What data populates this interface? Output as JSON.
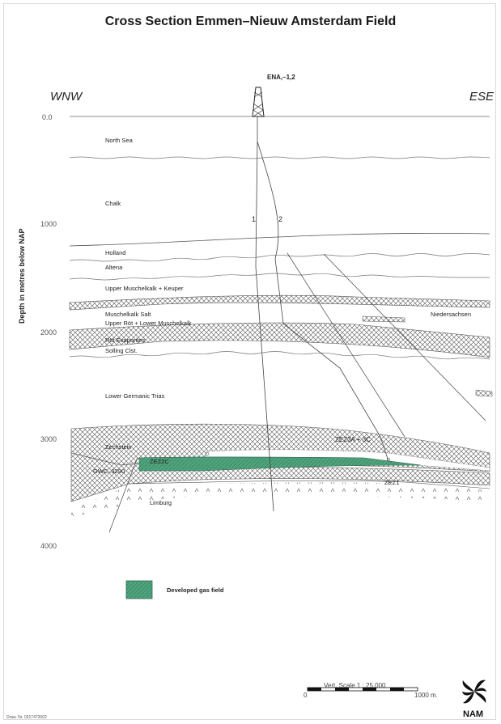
{
  "title": "Cross Section Emmen–Nieuw Amsterdam Field",
  "directions": {
    "west": "WNW",
    "east": "ESE"
  },
  "well": {
    "name": "ENA,–1,2",
    "track1": "1",
    "track2": "2"
  },
  "yaxis": {
    "label": "Depth in metres below NAP",
    "ticks": [
      "0.0",
      "1000",
      "2000",
      "3000",
      "4000"
    ]
  },
  "layers": {
    "north_sea": "North Sea",
    "chalk": "Chalk",
    "holland": "Holland",
    "altena": "Altena",
    "upper_muschelkalk": "Upper Muschelkalk + Keuper",
    "muschelkalk_salt": "Muschelkalk Salt",
    "upper_rot": "Upper Röt + Lower Muschelkalk",
    "rot_evaporites": "Röt Evaporites",
    "solling": "Solling Clst.",
    "niedersachsen": "Niedersachsen",
    "lower_germanic": "Lower Germanic Trias",
    "zechstein": "Zechstein",
    "zez3a": "ZEZ3A + 3C",
    "zez2c": "ZEZ2C",
    "gwc": "GWC–3290",
    "zez1": "ZEZ1",
    "limburg": "Limburg"
  },
  "legend": {
    "label": "Developed gas field",
    "color": "#4fa37c"
  },
  "scale": {
    "title": "Vert. Scale 1 : 25.000",
    "start": "0",
    "end": "1000 m."
  },
  "drawing_number": "Draw. Nr. 0317472002",
  "logo": {
    "text": "NAM"
  }
}
